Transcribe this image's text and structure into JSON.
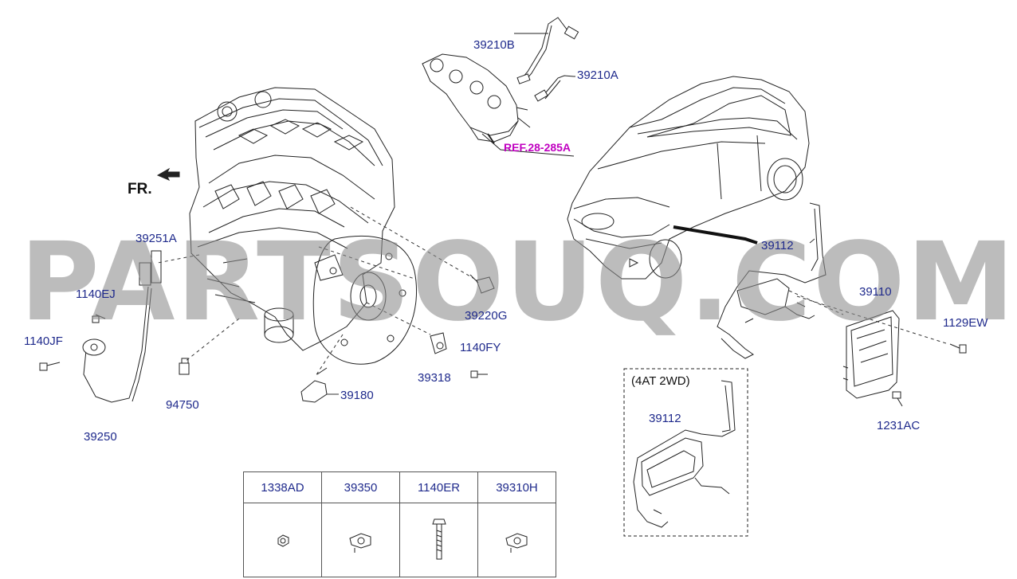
{
  "labels": {
    "p39210B": "39210B",
    "p39210A": "39210A",
    "ref": "REF.28-285A",
    "fr": "FR.",
    "p39251A": "39251A",
    "p1140EJ": "1140EJ",
    "p1140JF": "1140JF",
    "p39250": "39250",
    "p94750": "94750",
    "p39180": "39180",
    "p39220G": "39220G",
    "p1140FY": "1140FY",
    "p39318": "39318",
    "p39112a": "39112",
    "p39110": "39110",
    "p1129EW": "1129EW",
    "p1231AC": "1231AC",
    "variant": "(4AT 2WD)",
    "p39112b": "39112"
  },
  "watermark": "PARTSOUQ.COM",
  "table": {
    "headers": [
      "1338AD",
      "39350",
      "1140ER",
      "39310H"
    ],
    "icons": [
      "nut-icon",
      "sensor-icon",
      "bolt-icon",
      "sensor-icon"
    ]
  },
  "colors": {
    "part_label": "#1f2a8c",
    "reference": "#c000c0",
    "watermark": "#8c8c8c",
    "line": "#222222"
  }
}
